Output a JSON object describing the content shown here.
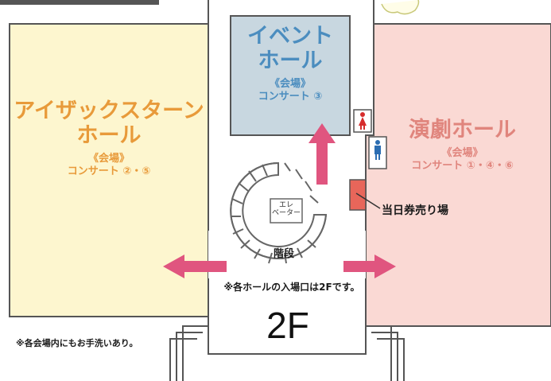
{
  "header_fragment": "",
  "halls": {
    "isaac": {
      "name_line1": "アイザックスターン",
      "name_line2": "ホール",
      "venue": "《会場》",
      "concerts": "コンサート ②・⑤"
    },
    "event": {
      "name_line1": "イベント",
      "name_line2": "ホール",
      "venue": "《会場》",
      "concerts": "コンサート ③"
    },
    "engeki": {
      "name_line1": "演劇ホール",
      "venue": "《会場》",
      "concerts": "コンサート ①・④・⑥"
    }
  },
  "labels": {
    "ticket_office": "当日券売り場",
    "elevator_line1": "エレ",
    "elevator_line2": "ベーター",
    "stairs": "階段",
    "entrance_note": "※各ホールの入場口は2Fです。",
    "restroom_note": "※各会場内にもお手洗いあり。",
    "floor": "2F"
  },
  "colors": {
    "isaac_fill": "#fdf6cf",
    "isaac_text": "#e89a3a",
    "event_fill": "#c8d7e0",
    "event_text": "#4b8dbf",
    "engeki_fill": "#fad9d4",
    "engeki_text": "#e0857d",
    "arrow": "#e0557f",
    "ticket_box": "#e8665a"
  },
  "icons": [
    "toilet-female-icon",
    "toilet-male-icon",
    "up-arrow-icon",
    "left-arrow-icon",
    "right-arrow-icon"
  ]
}
